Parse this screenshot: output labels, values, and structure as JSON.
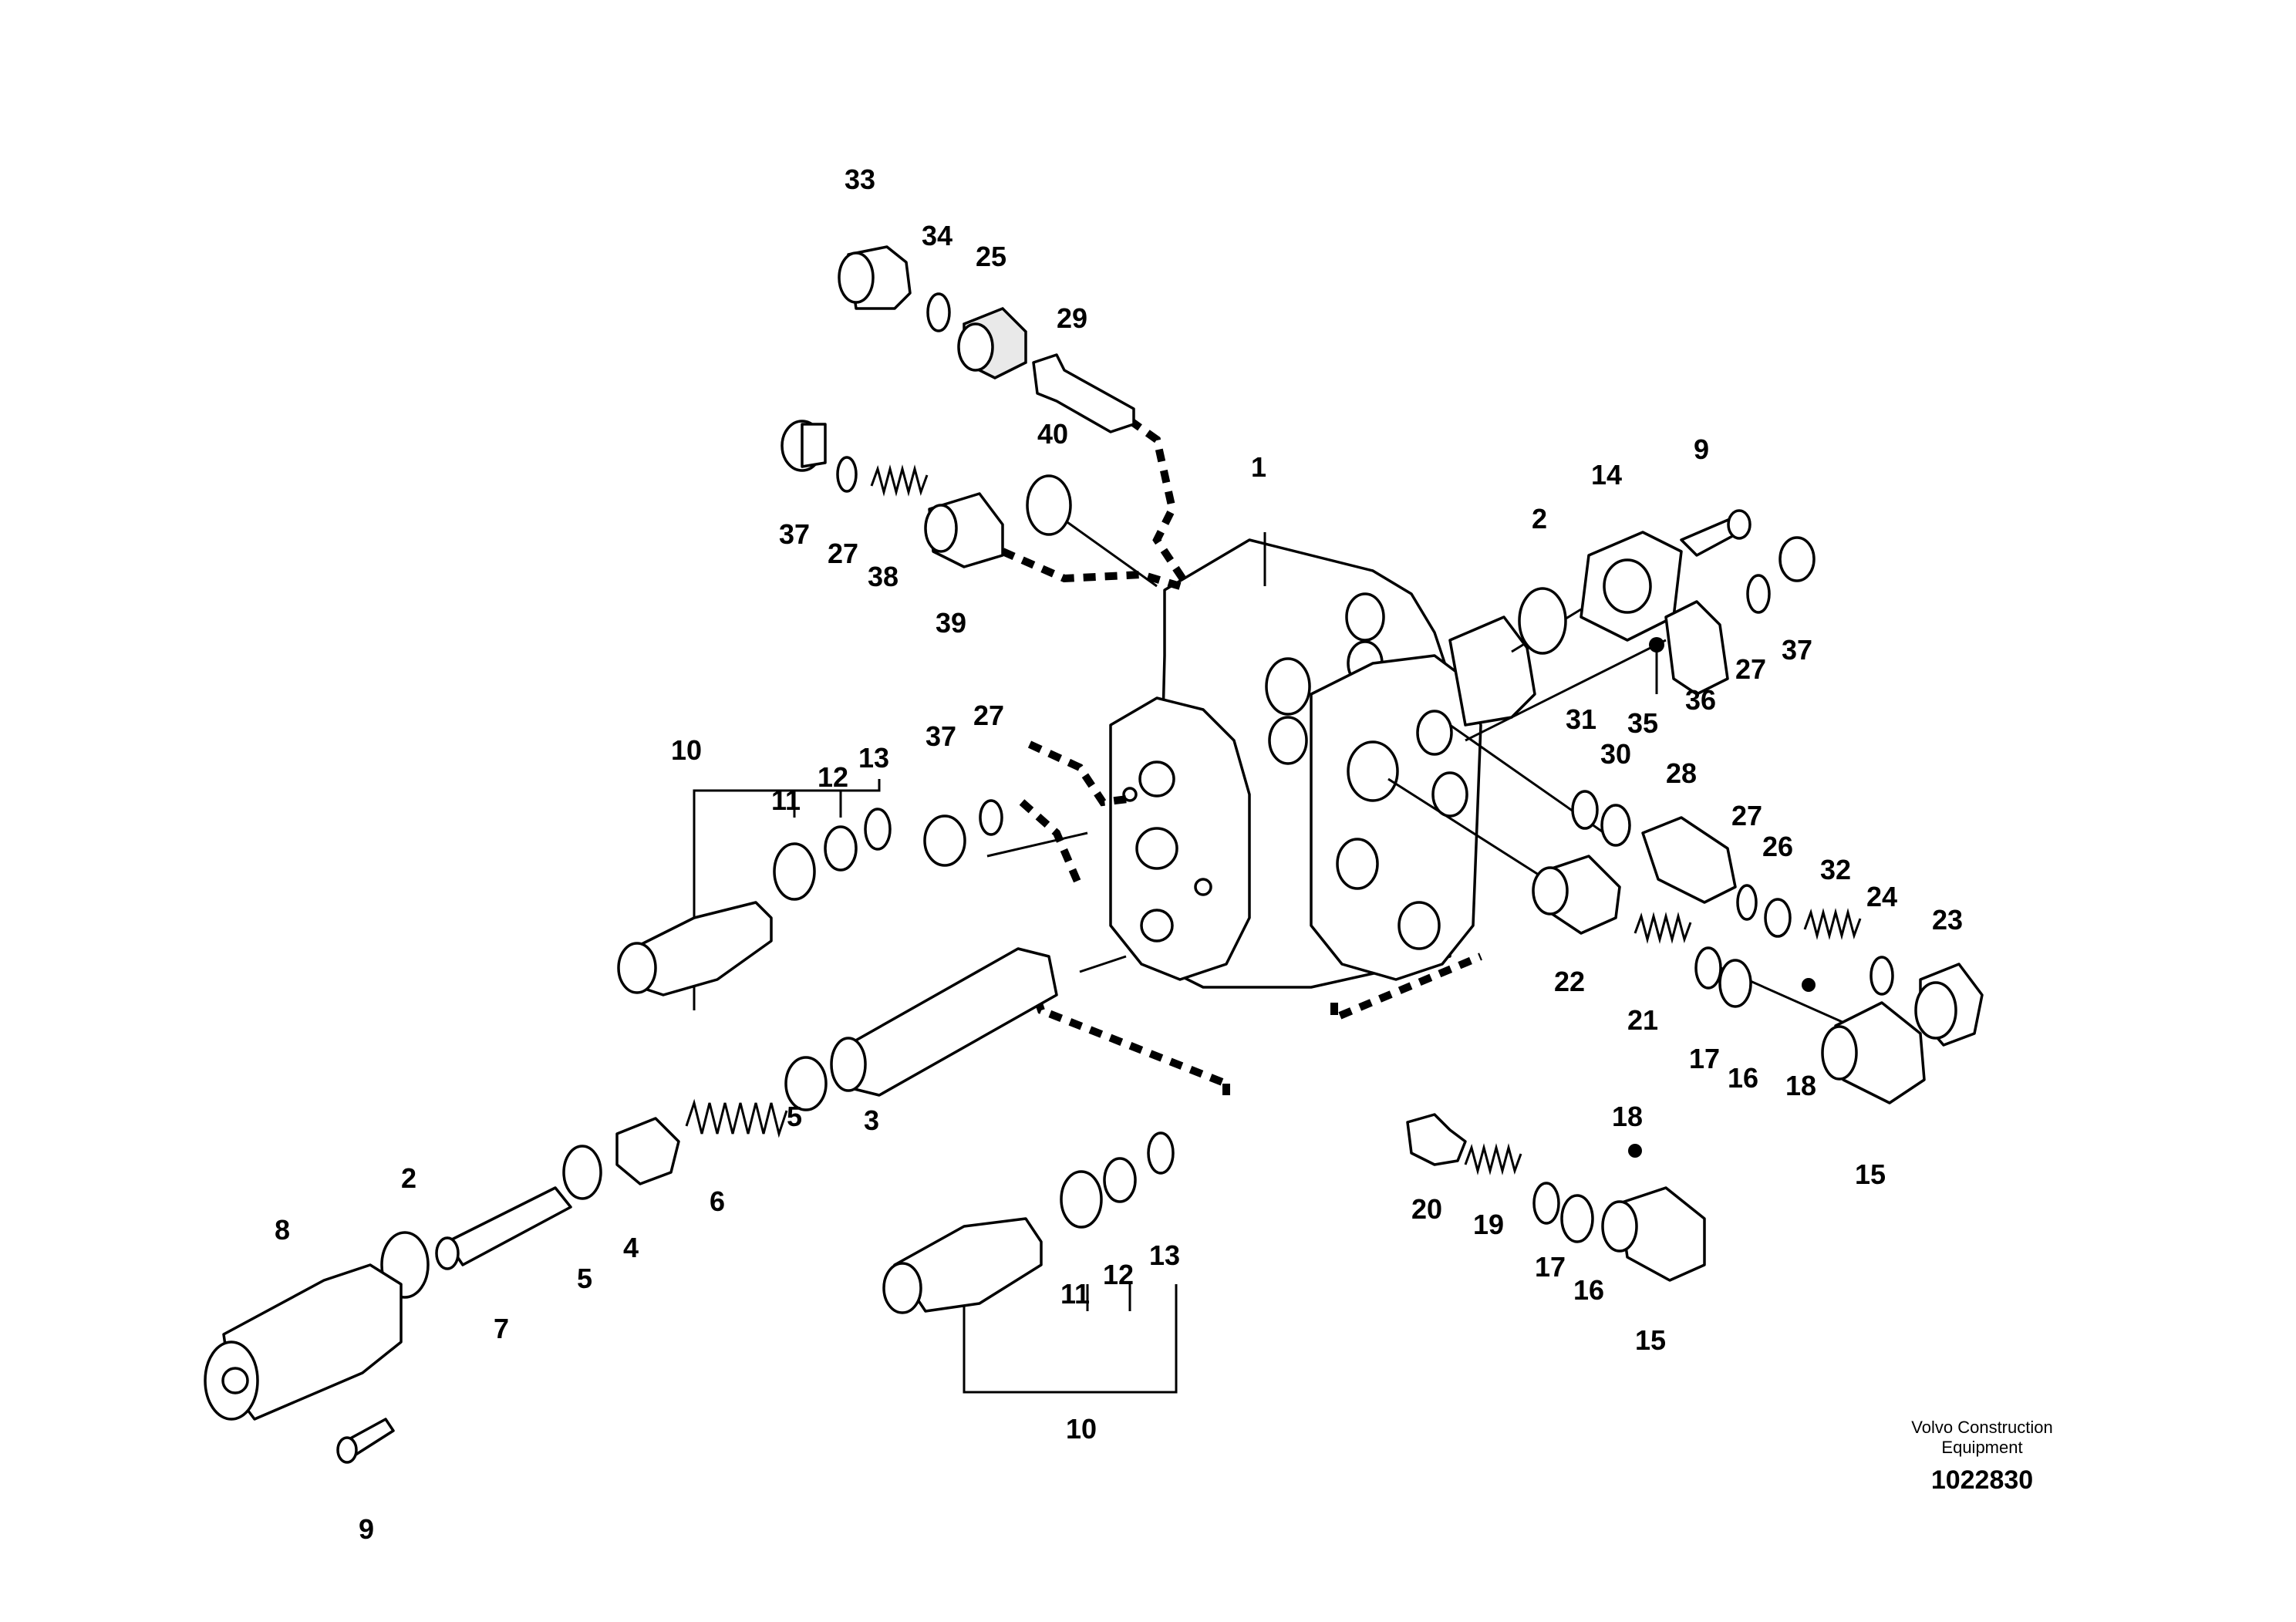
{
  "callouts": [
    {
      "id": "c-33a",
      "text": "33"
    },
    {
      "id": "c-34a",
      "text": "34"
    },
    {
      "id": "c-25a",
      "text": "25"
    },
    {
      "id": "c-29a",
      "text": "29"
    },
    {
      "id": "c-40a",
      "text": "40"
    },
    {
      "id": "c-1a",
      "text": "1"
    },
    {
      "id": "c-37a",
      "text": "37"
    },
    {
      "id": "c-27a",
      "text": "27"
    },
    {
      "id": "c-38a",
      "text": "38"
    },
    {
      "id": "c-39a",
      "text": "39"
    },
    {
      "id": "c-9a",
      "text": "9"
    },
    {
      "id": "c-14a",
      "text": "14"
    },
    {
      "id": "c-2a",
      "text": "2"
    },
    {
      "id": "c-37b",
      "text": "37"
    },
    {
      "id": "c-27b",
      "text": "27"
    },
    {
      "id": "c-36a",
      "text": "36"
    },
    {
      "id": "c-35a",
      "text": "35"
    },
    {
      "id": "c-10a",
      "text": "10"
    },
    {
      "id": "c-11a",
      "text": "11"
    },
    {
      "id": "c-12a",
      "text": "12"
    },
    {
      "id": "c-13a",
      "text": "13"
    },
    {
      "id": "c-37c",
      "text": "37"
    },
    {
      "id": "c-27c",
      "text": "27"
    },
    {
      "id": "c-31a",
      "text": "31"
    },
    {
      "id": "c-30a",
      "text": "30"
    },
    {
      "id": "c-28a",
      "text": "28"
    },
    {
      "id": "c-27d",
      "text": "27"
    },
    {
      "id": "c-26a",
      "text": "26"
    },
    {
      "id": "c-32a",
      "text": "32"
    },
    {
      "id": "c-24a",
      "text": "24"
    },
    {
      "id": "c-23a",
      "text": "23"
    },
    {
      "id": "c-22a",
      "text": "22"
    },
    {
      "id": "c-21a",
      "text": "21"
    },
    {
      "id": "c-17a",
      "text": "17"
    },
    {
      "id": "c-16a",
      "text": "16"
    },
    {
      "id": "c-18a",
      "text": "18"
    },
    {
      "id": "c-15a",
      "text": "15"
    },
    {
      "id": "c-3a",
      "text": "3"
    },
    {
      "id": "c-5a",
      "text": "5"
    },
    {
      "id": "c-6a",
      "text": "6"
    },
    {
      "id": "c-4a",
      "text": "4"
    },
    {
      "id": "c-5b",
      "text": "5"
    },
    {
      "id": "c-2b",
      "text": "2"
    },
    {
      "id": "c-8a",
      "text": "8"
    },
    {
      "id": "c-7a",
      "text": "7"
    },
    {
      "id": "c-9b",
      "text": "9"
    },
    {
      "id": "c-18b",
      "text": "18"
    },
    {
      "id": "c-20a",
      "text": "20"
    },
    {
      "id": "c-19a",
      "text": "19"
    },
    {
      "id": "c-17b",
      "text": "17"
    },
    {
      "id": "c-16b",
      "text": "16"
    },
    {
      "id": "c-15b",
      "text": "15"
    },
    {
      "id": "c-13b",
      "text": "13"
    },
    {
      "id": "c-12b",
      "text": "12"
    },
    {
      "id": "c-11b",
      "text": "11"
    },
    {
      "id": "c-10b",
      "text": "10"
    }
  ],
  "footer": {
    "brand_line1": "Volvo Construction",
    "brand_line2": "Equipment",
    "doc_number": "1022830"
  },
  "colors": {
    "ink": "#000000",
    "paper": "#ffffff"
  }
}
